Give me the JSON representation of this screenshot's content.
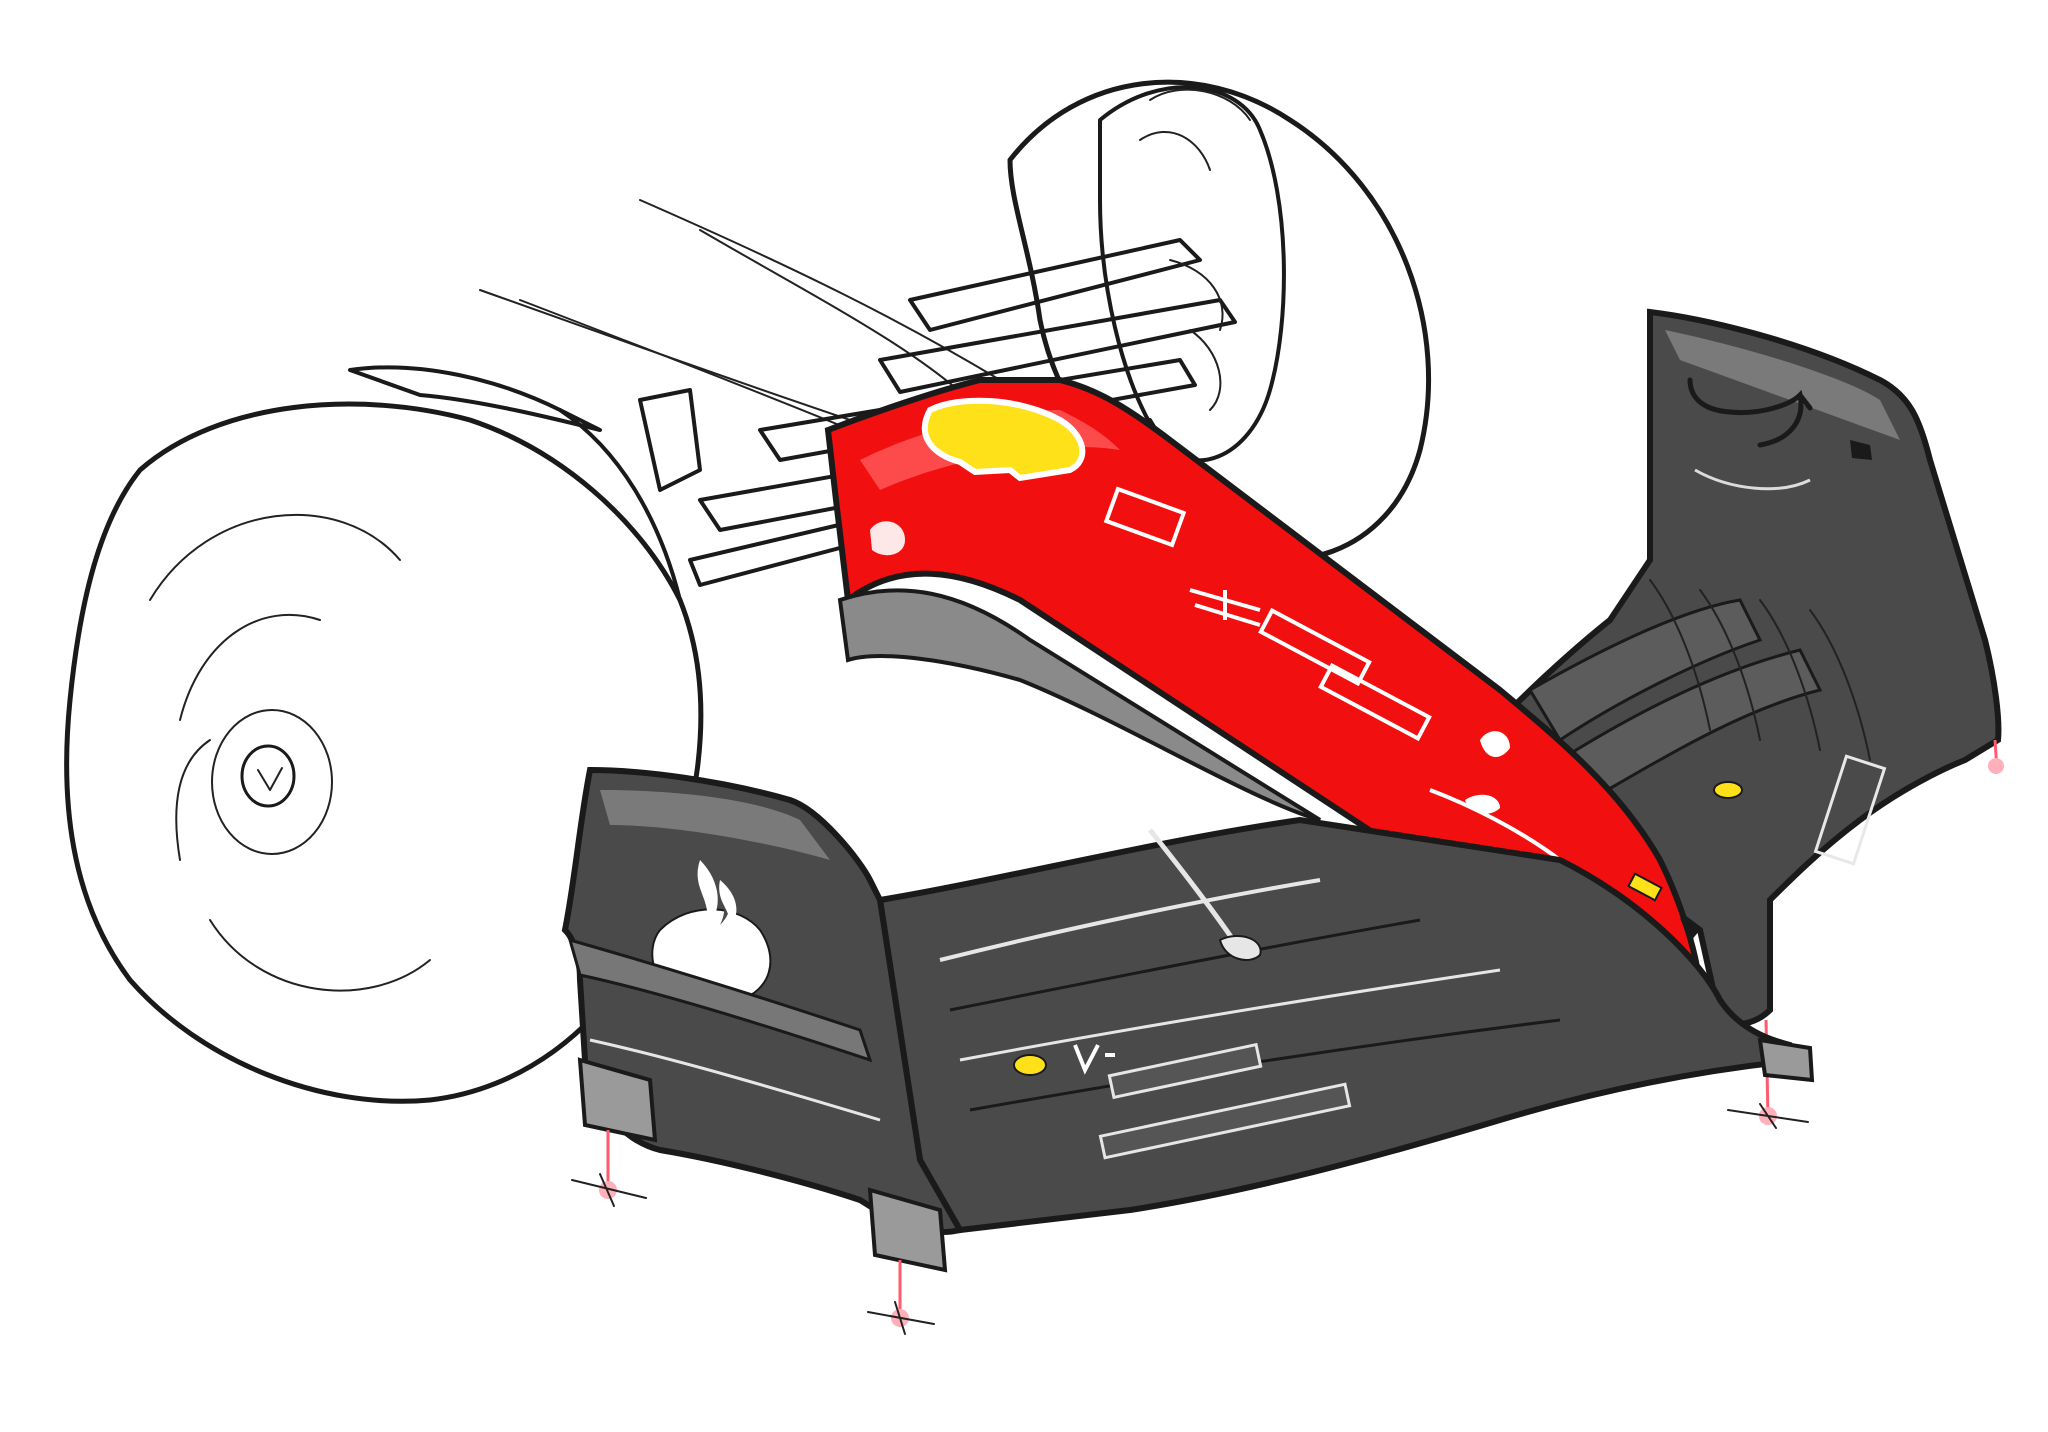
{
  "illustration": {
    "subject": "",
    "colors": {
      "background": "#ffffff",
      "ink": "#1a1a1a",
      "nose_red": "#f20f0f",
      "nose_dark_red": "#b50000",
      "wing_dark_grey": "#4a4a4a",
      "wing_mid_grey": "#6e6e6e",
      "wing_light_grey": "#9a9a9a",
      "sponsor_yellow": "#ffe11a",
      "mount_pink": "#ff5a6e"
    },
    "marks": {
      "nose_logo": "shell-yellow-mark",
      "endplate_logo": "flame-sponsor-mark",
      "wing_logo": "arrow-smile-mark"
    }
  }
}
